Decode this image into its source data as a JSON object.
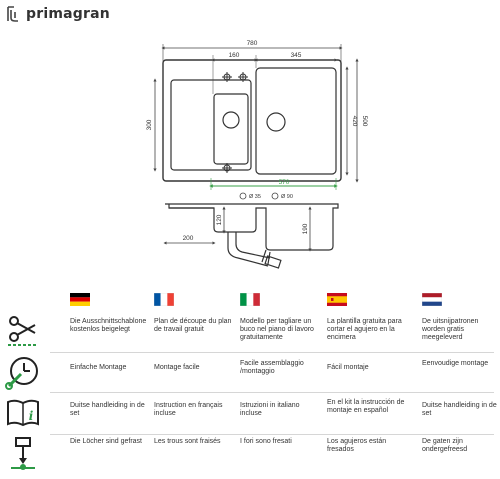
{
  "brand": {
    "name": "primagran"
  },
  "dimensions": {
    "total_width": "780",
    "small_bowl_width": "160",
    "large_bowl_width": "345",
    "small_bowl_depth": "300",
    "inner_depth": "420",
    "total_depth": "500",
    "drain_span": "570",
    "hole_small": "Ø 35",
    "hole_large": "Ø 90",
    "section_small": "120",
    "section_large": "190",
    "offset": "200"
  },
  "colors": {
    "outline": "#333333",
    "dimension_green": "#3aa04a",
    "icon_green": "#2d9a46"
  },
  "languages": [
    {
      "code": "de",
      "flag": "germany-flag"
    },
    {
      "code": "fr",
      "flag": "france-flag"
    },
    {
      "code": "it",
      "flag": "italy-flag"
    },
    {
      "code": "es",
      "flag": "spain-flag"
    },
    {
      "code": "nl",
      "flag": "netherlands-flag"
    }
  ],
  "rows": [
    {
      "icon": "scissors-template-icon",
      "cells": [
        "Die Ausschnittschablone kostenlos beigelegt",
        "Plan de découpe du plan de travail gratuit",
        "Modello per tagliare un buco nel piano di lavoro gratuitamente",
        "La plantilla gratuita para cortar el agujero en la encimera",
        "De uitsnijpatronen worden gratis meegeleverd"
      ]
    },
    {
      "icon": "tools-clock-icon",
      "cells": [
        "Einfache Montage",
        "Montage facile",
        "Facile assemblaggio /montaggio",
        "Fácil montaje",
        "Eenvoudige montage"
      ]
    },
    {
      "icon": "manual-book-icon",
      "cells": [
        "Duitse handleiding in de set",
        "Instruction en français incluse",
        "Istruzioni in italiano incluse",
        "En el kit la instrucción de montaje en español",
        "Duitse handleiding in de set"
      ]
    },
    {
      "icon": "drill-holes-icon",
      "cells": [
        "Die Löcher sind gefrast",
        "Les trous sont fraisés",
        "I fori sono fresati",
        "Los agujeros están fresados",
        "De gaten zijn ondergefreesd"
      ]
    }
  ]
}
